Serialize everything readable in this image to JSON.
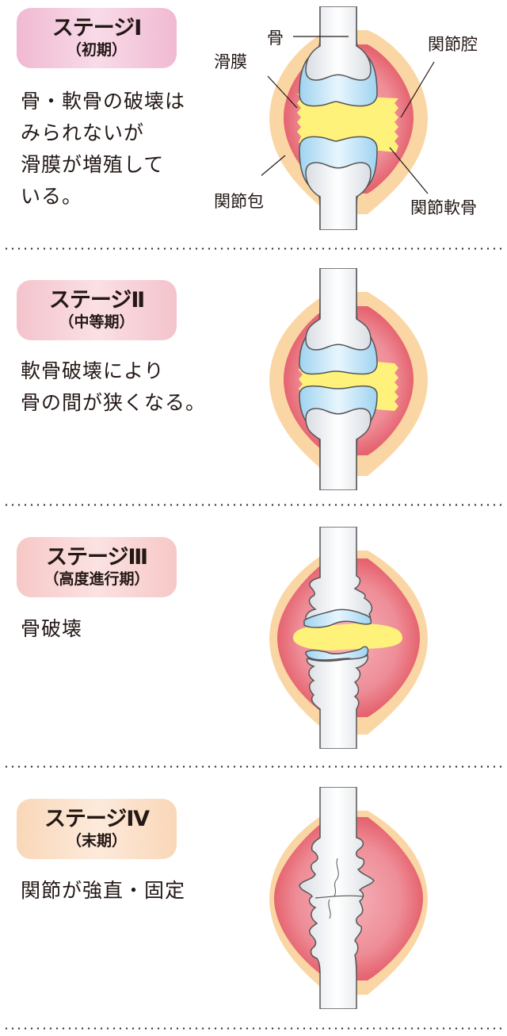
{
  "stages": [
    {
      "title": "ステージⅠ",
      "subtitle": "（初期）",
      "description": "骨・軟骨の破壊は\nみられないが\n滑膜が増殖して\nいる。",
      "badge_color": "#f3c6d9"
    },
    {
      "title": "ステージⅡ",
      "subtitle": "（中等期）",
      "description": "軟骨破壊により\n骨の間が狭くなる。",
      "badge_color": "#f6ccd3"
    },
    {
      "title": "ステージⅢ",
      "subtitle": "（高度進行期）",
      "description": "骨破壊",
      "badge_color": "#f7d2d0"
    },
    {
      "title": "ステージⅣ",
      "subtitle": "（末期）",
      "description": "関節が強直・固定",
      "badge_color": "#fbe0c8"
    }
  ],
  "labels": {
    "bone": "骨",
    "synovium": "滑膜",
    "joint_cavity": "関節腔",
    "joint_capsule": "関節包",
    "articular_cartilage": "関節軟骨"
  },
  "colors": {
    "capsule": "#fad6a5",
    "synovium": "#e96f7b",
    "cavity": "#fff27a",
    "cartilage": "#a8d8f3",
    "bone": "#eef1f5"
  }
}
